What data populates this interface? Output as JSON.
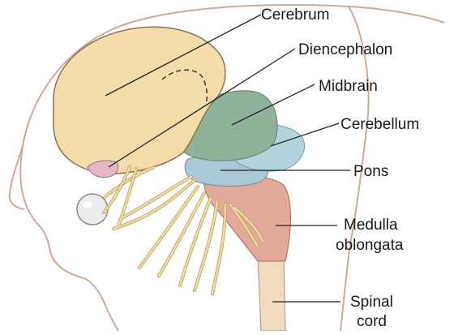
{
  "labels": {
    "cerebrum": "Cerebrum",
    "diencephalon": "Diencephalon",
    "midbrain": "Midbrain",
    "cerebellum": "Cerebellum",
    "pons": "Pons",
    "medulla_line1": "Medulla",
    "medulla_line2": "oblongata",
    "spinal_line1": "Spinal",
    "spinal_line2": "cord"
  },
  "colors": {
    "cerebrum": "#f3deab",
    "cerebrum_outline": "#8a7355",
    "diencephalon": "#e7b6c8",
    "midbrain": "#8fb39a",
    "cerebellum": "#b3d4de",
    "pons": "#a9c9d6",
    "medulla": "#e3a99a",
    "spinal_cord": "#f2dcc0",
    "nerves": "#f0dba0",
    "nerve_outline": "#b69a5a",
    "eye": "#ececec",
    "head_outline": "#cfa79b",
    "leader_lines": "#222222"
  }
}
